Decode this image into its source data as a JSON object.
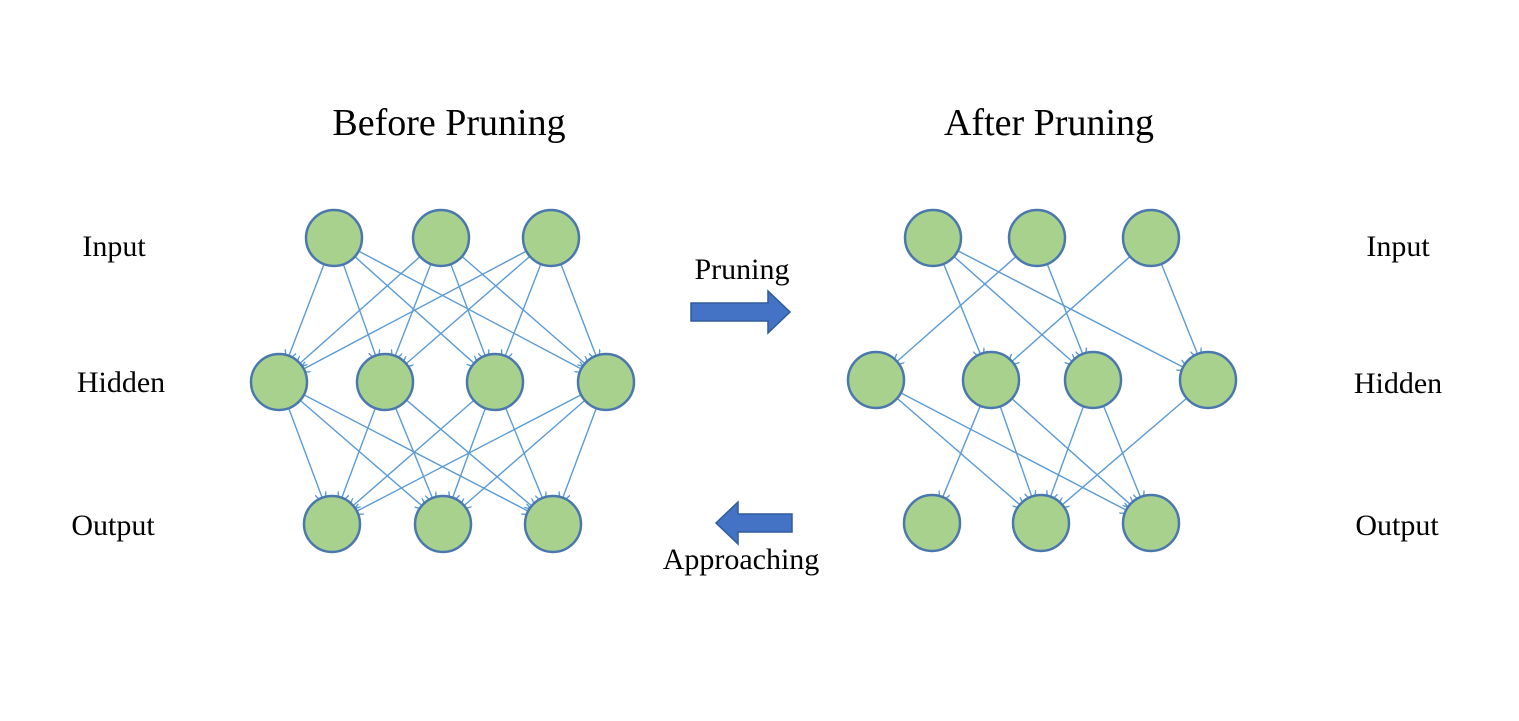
{
  "diagram": {
    "colors": {
      "node_fill": "#a9d18e",
      "node_stroke": "#4a78ad",
      "edge": "#5b9bd5",
      "arrow_fill": "#4472c4"
    },
    "before": {
      "title": "Before Pruning",
      "labels": {
        "input": "Input",
        "hidden": "Hidden",
        "output": "Output"
      },
      "layers": {
        "input": 3,
        "hidden": 4,
        "output": 3
      },
      "edges": [
        [
          "i0",
          "h0"
        ],
        [
          "i0",
          "h1"
        ],
        [
          "i0",
          "h2"
        ],
        [
          "i0",
          "h3"
        ],
        [
          "i1",
          "h0"
        ],
        [
          "i1",
          "h1"
        ],
        [
          "i1",
          "h2"
        ],
        [
          "i1",
          "h3"
        ],
        [
          "i2",
          "h0"
        ],
        [
          "i2",
          "h1"
        ],
        [
          "i2",
          "h2"
        ],
        [
          "i2",
          "h3"
        ],
        [
          "h0",
          "o0"
        ],
        [
          "h0",
          "o1"
        ],
        [
          "h0",
          "o2"
        ],
        [
          "h1",
          "o0"
        ],
        [
          "h1",
          "o1"
        ],
        [
          "h1",
          "o2"
        ],
        [
          "h2",
          "o0"
        ],
        [
          "h2",
          "o1"
        ],
        [
          "h2",
          "o2"
        ],
        [
          "h3",
          "o0"
        ],
        [
          "h3",
          "o1"
        ],
        [
          "h3",
          "o2"
        ]
      ]
    },
    "after": {
      "title": "After Pruning",
      "labels": {
        "input": "Input",
        "hidden": "Hidden",
        "output": "Output"
      },
      "layers": {
        "input": 3,
        "hidden": 4,
        "output": 3
      },
      "edges": [
        [
          "i0",
          "h1"
        ],
        [
          "i0",
          "h2"
        ],
        [
          "i0",
          "h3"
        ],
        [
          "i1",
          "h0"
        ],
        [
          "i1",
          "h2"
        ],
        [
          "i2",
          "h1"
        ],
        [
          "i2",
          "h3"
        ],
        [
          "h0",
          "o1"
        ],
        [
          "h0",
          "o2"
        ],
        [
          "h1",
          "o0"
        ],
        [
          "h1",
          "o1"
        ],
        [
          "h1",
          "o2"
        ],
        [
          "h2",
          "o1"
        ],
        [
          "h2",
          "o2"
        ],
        [
          "h3",
          "o1"
        ]
      ]
    },
    "arrows": {
      "forward_label": "Pruning",
      "backward_label": "Approaching"
    }
  }
}
